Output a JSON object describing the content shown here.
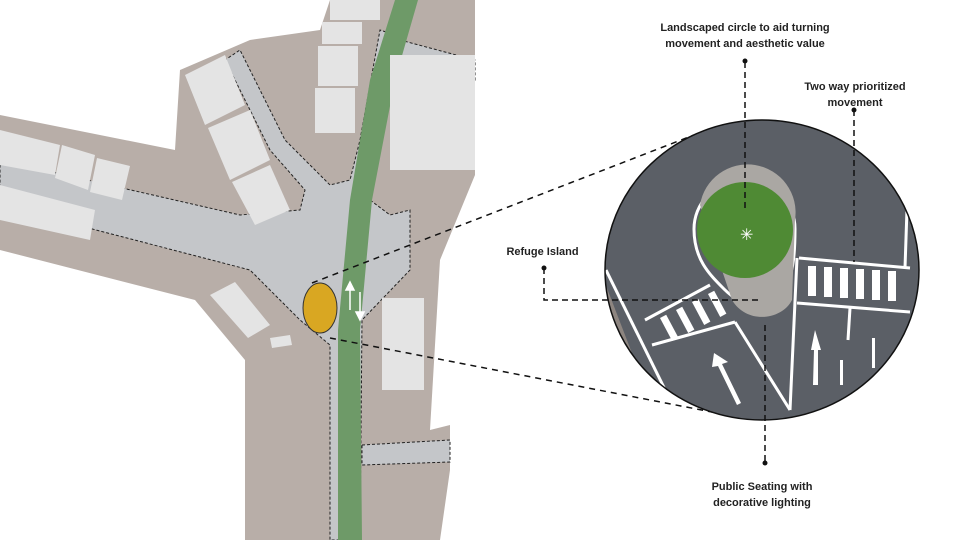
{
  "labels": {
    "landscaped_circle": [
      "Landscaped circle to aid turning",
      "movement and aesthetic value"
    ],
    "two_way": [
      "Two way prioritized",
      "movement"
    ],
    "refuge_island": "Refuge Island",
    "public_seating": [
      "Public Seating with",
      "decorative lighting"
    ]
  },
  "colors": {
    "land": "#b8aea8",
    "road": "#c4c6c9",
    "bike_lane": "#6e9a68",
    "building": "#e4e4e4",
    "asphalt": "#5b5f66",
    "planting": "#4f8a34",
    "node": "#d9a722"
  }
}
